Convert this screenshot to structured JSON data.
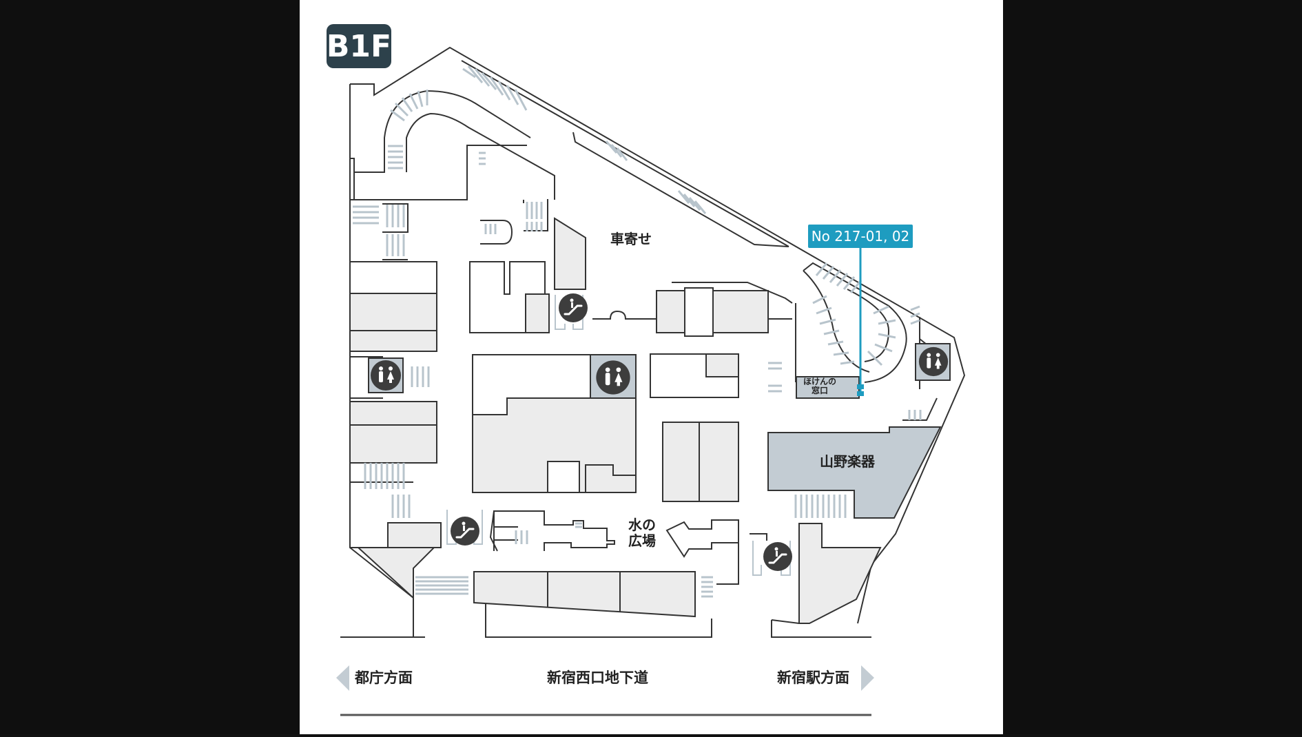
{
  "floor": {
    "label": "B1F",
    "badge_color": "#2d414b"
  },
  "callout": {
    "label": "No 217-01, 02",
    "color": "#1e9cc0"
  },
  "areas": {
    "drop_off": "車寄せ",
    "insurance_counter_line1": "ほけんの",
    "insurance_counter_line2": "窓口",
    "yamano_music": "山野楽器",
    "water_plaza_line1": "水の",
    "water_plaza_line2": "広場"
  },
  "directions": {
    "left": "都庁方面",
    "center": "新宿西口地下道",
    "right": "新宿駅方面"
  },
  "icons": {
    "escalators": [
      "escalator-icon-upper",
      "escalator-icon-lower-left",
      "escalator-icon-lower-right"
    ],
    "restrooms": [
      "restroom-icon-left",
      "restroom-icon-center",
      "restroom-icon-right"
    ]
  },
  "colors": {
    "shop_fill": "#ececec",
    "highlight_fill": "#c3ccd3",
    "wall": "#333333",
    "stairs": "#b8c4cc",
    "icon_dark": "#3d3d3d"
  }
}
